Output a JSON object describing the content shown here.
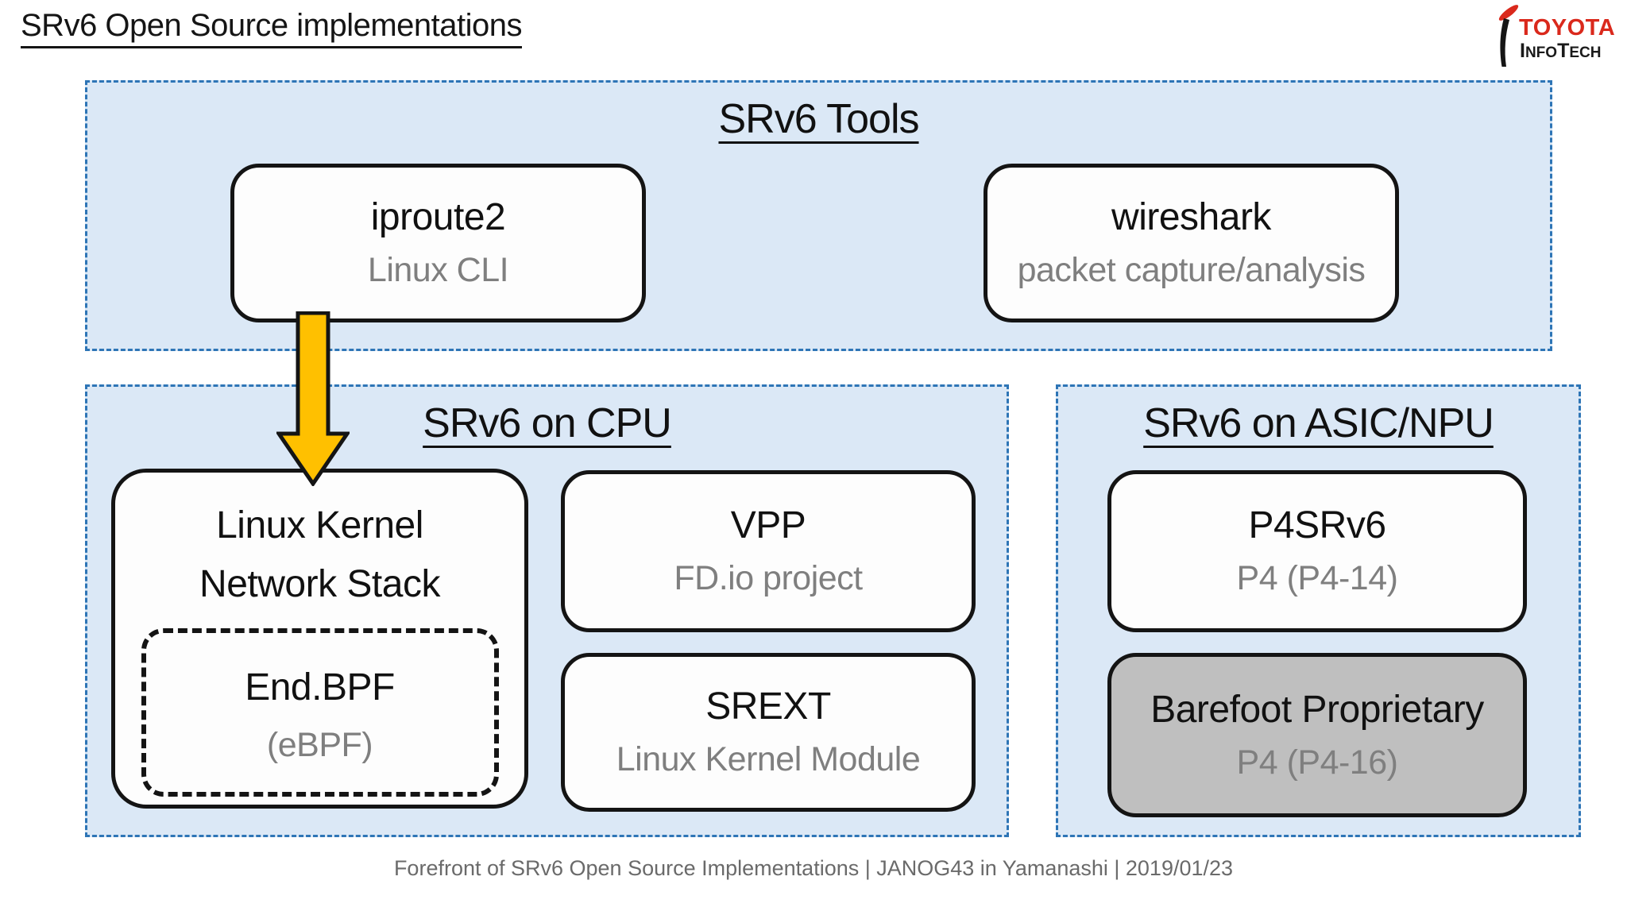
{
  "slide": {
    "title": "SRv6 Open Source implementations",
    "footer": "Forefront of SRv6 Open Source Implementations | JANOG43 in Yamanashi | 2019/01/23"
  },
  "logo": {
    "brand": "TOYOTA",
    "division_i": "I",
    "division_nfo": "NFO",
    "division_t": "T",
    "division_ech": "ECH"
  },
  "panels": {
    "tools": {
      "title": "SRv6 Tools",
      "iproute2": {
        "name": "iproute2",
        "desc": "Linux CLI"
      },
      "wireshark": {
        "name": "wireshark",
        "desc": "packet capture/analysis"
      }
    },
    "cpu": {
      "title": "SRv6 on CPU",
      "kernel": {
        "name_line1": "Linux Kernel",
        "name_line2": "Network Stack",
        "endbpf": {
          "name": "End.BPF",
          "desc": "(eBPF)"
        }
      },
      "vpp": {
        "name": "VPP",
        "desc": "FD.io project"
      },
      "srext": {
        "name": "SREXT",
        "desc": "Linux Kernel Module"
      }
    },
    "asic": {
      "title": "SRv6 on ASIC/NPU",
      "p4srv6": {
        "name": "P4SRv6",
        "desc": "P4 (P4-14)"
      },
      "barefoot": {
        "name": "Barefoot Proprietary",
        "desc": "P4 (P4-16)"
      }
    }
  },
  "colors": {
    "panel_fill": "#dbe8f6",
    "panel_border": "#2e75b6",
    "node_border": "#141414",
    "secondary_text": "#7f7f7f",
    "arrow_fill": "#ffc000",
    "barefoot_fill": "#bfbfbf",
    "brand_red": "#da291c",
    "footer_text": "#6a6a6a"
  }
}
